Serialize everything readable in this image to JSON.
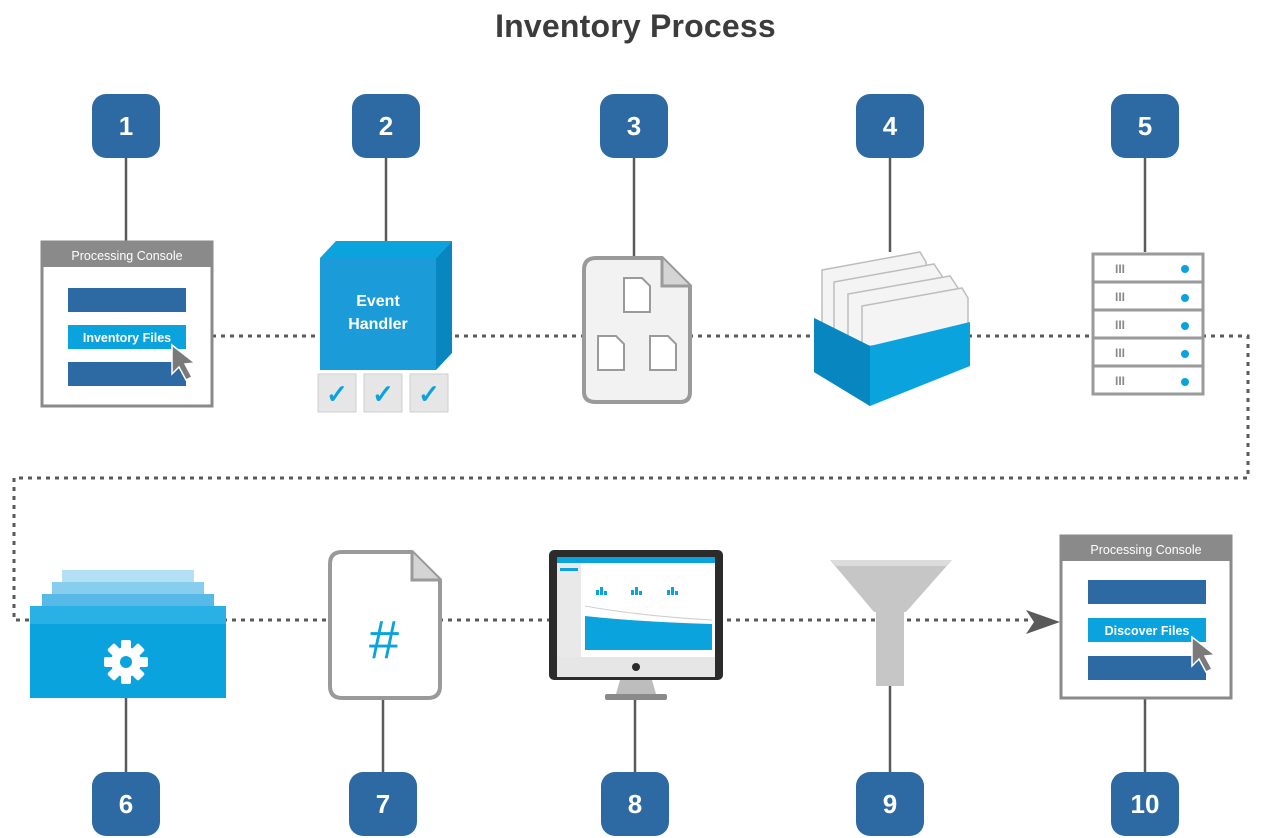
{
  "title": "Inventory Process",
  "colors": {
    "badge": "#2d6aa3",
    "accent": "#0aa3dd",
    "accent_dark": "#0786c0",
    "connector": "#5a5a5a",
    "gray": "#8a8a8a",
    "light": "#f2f2f2"
  },
  "steps": [
    {
      "number": "1",
      "icon": "processing-console-icon",
      "window_title": "Processing Console",
      "button": "Inventory Files"
    },
    {
      "number": "2",
      "icon": "event-handler-cube-icon",
      "label_line1": "Event",
      "label_line2": "Handler",
      "checks": [
        "✓",
        "✓",
        "✓"
      ]
    },
    {
      "number": "3",
      "icon": "document-with-files-icon"
    },
    {
      "number": "4",
      "icon": "document-tray-icon"
    },
    {
      "number": "5",
      "icon": "server-rack-icon",
      "slot_marks": [
        "III",
        "III",
        "III",
        "III",
        "III"
      ]
    },
    {
      "number": "6",
      "icon": "gear-processing-stack-icon"
    },
    {
      "number": "7",
      "icon": "hash-document-icon",
      "glyph": "#"
    },
    {
      "number": "8",
      "icon": "monitor-dashboard-icon"
    },
    {
      "number": "9",
      "icon": "funnel-filter-icon"
    },
    {
      "number": "10",
      "icon": "processing-console-icon",
      "window_title": "Processing Console",
      "button": "Discover Files"
    }
  ]
}
